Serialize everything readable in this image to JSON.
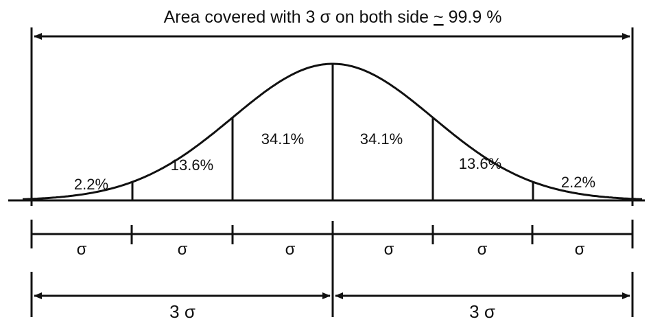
{
  "title": {
    "prefix": "Area covered with 3",
    "sigma": "σ",
    "suffix": "on both side",
    "approx": "~",
    "value": "99.9 %"
  },
  "regions": [
    {
      "label": "2.2%"
    },
    {
      "label": "13.6%"
    },
    {
      "label": "34.1%"
    },
    {
      "label": "34.1%"
    },
    {
      "label": "13.6%"
    },
    {
      "label": "2.2%"
    }
  ],
  "sigma_segments": [
    "σ",
    "σ",
    "σ",
    "σ",
    "σ",
    "σ"
  ],
  "bottom_spans": [
    {
      "number": "3",
      "symbol": "σ"
    },
    {
      "number": "3",
      "symbol": "σ"
    }
  ]
}
